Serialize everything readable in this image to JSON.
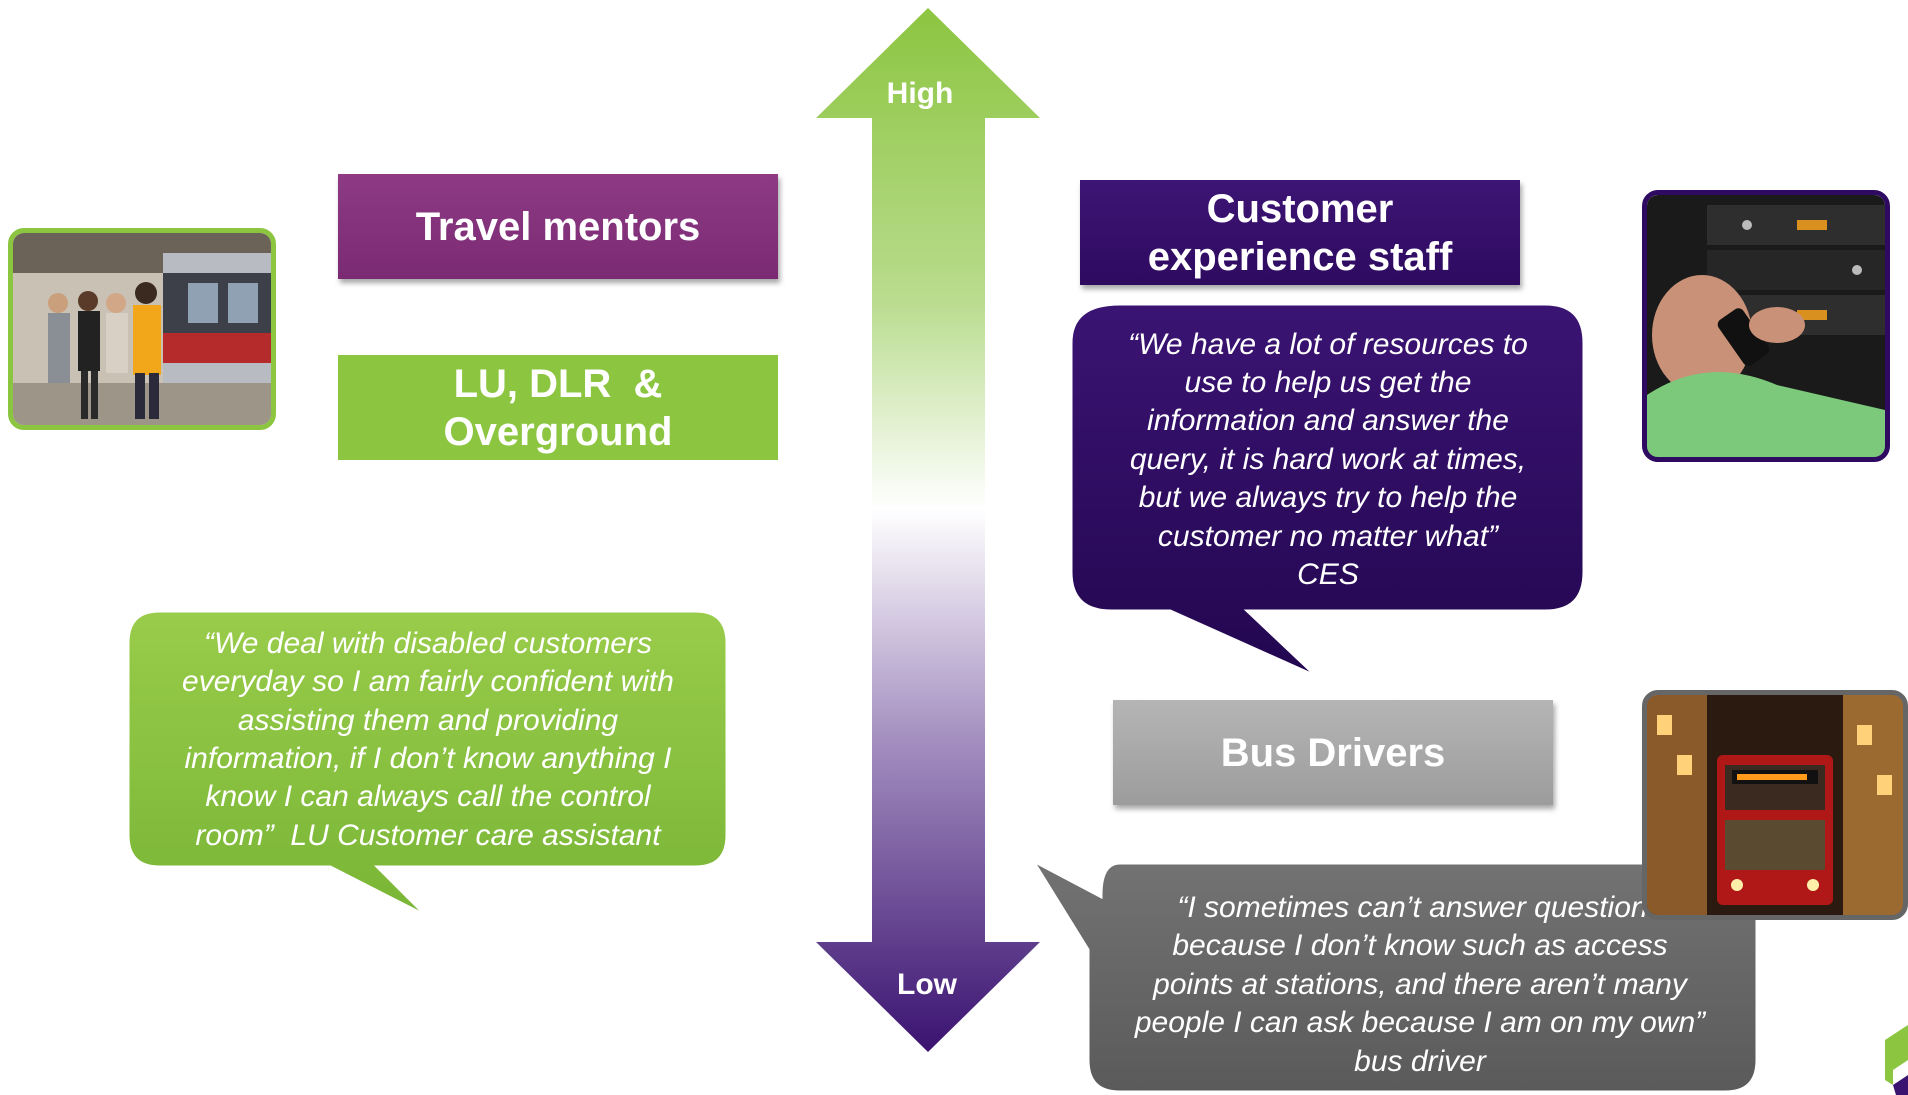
{
  "axis": {
    "high_label": "High",
    "low_label": "Low"
  },
  "groups": {
    "travel_mentors": "Travel mentors",
    "lu_dlr_line1": "LU, DLR  &",
    "lu_dlr_line2": "Overground",
    "ces_line1": "Customer",
    "ces_line2": "experience staff",
    "bus_drivers": "Bus Drivers"
  },
  "quotes": {
    "lu": [
      "“We deal with disabled customers",
      "everyday so I am fairly confident with",
      "assisting them and providing",
      "information, if I don’t know anything I",
      "know I can always call the control",
      "room”  LU Customer care assistant"
    ],
    "ces": [
      "“We have a lot of resources to",
      "use to help us get the",
      "information and answer the",
      "query, it is hard work at times,",
      "but we always try to help the",
      "customer no matter what”",
      "CES"
    ],
    "bus": [
      "“I sometimes can’t answer questions",
      "because I don’t know such as access",
      "points at stations, and there aren’t many",
      "people I can ask because I am on my own”",
      "bus driver"
    ]
  },
  "images": {
    "train_photo": "station-platform-photo",
    "radio_photo": "control-room-radio-photo",
    "bus_photo": "night-bus-photo",
    "corner_logo": "corner-logo-mark"
  },
  "colors": {
    "purple": "#7a2a72",
    "dark_purple": "#2e0a60",
    "green": "#8cc540",
    "grey": "#9c9c9c",
    "dark_grey": "#666666"
  }
}
